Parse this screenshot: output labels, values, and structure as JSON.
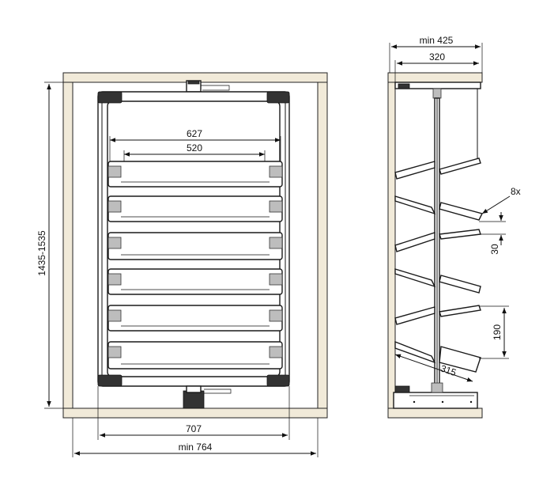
{
  "front_view": {
    "dims": {
      "height": "1435-1535",
      "tray_outer": "627",
      "tray_inner": "520",
      "frame_width": "707",
      "cabinet_min_width": "min 764"
    },
    "tray_count": 6
  },
  "side_view": {
    "dims": {
      "cabinet_min_depth": "min 425",
      "frame_depth": "320",
      "quantity": "8x",
      "tilt_gap": "30",
      "tier_spacing": "190",
      "tray_length": "315"
    }
  },
  "colors": {
    "cabinet_fill": "#f1ead9",
    "line": "#111111"
  }
}
